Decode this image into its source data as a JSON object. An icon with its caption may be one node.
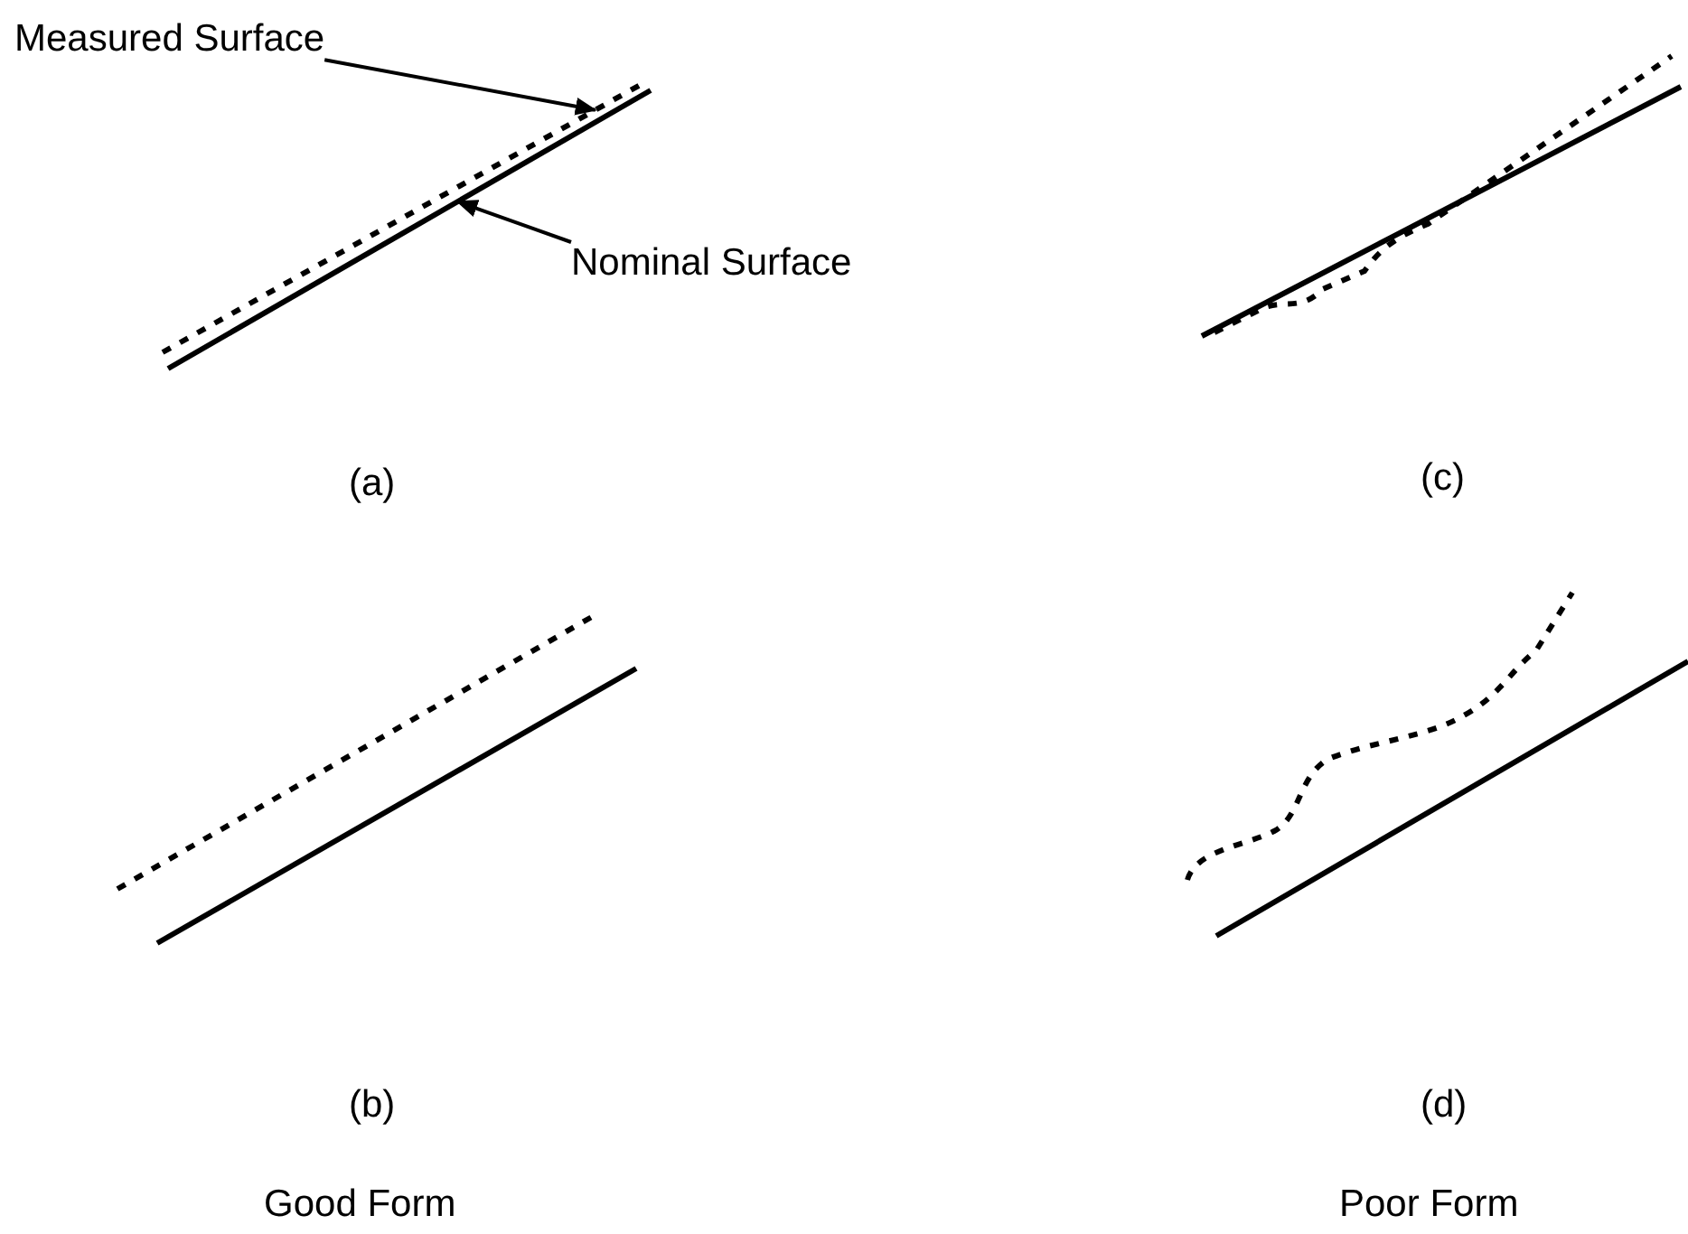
{
  "diagram": {
    "nodes": [
      {
        "text": [
          "Measured Surface"
        ]
      },
      {
        "text": [],
        "shape": "line"
      },
      {
        "text": [
          "Nominal Surface"
        ]
      },
      {
        "text": [],
        "shape": "line"
      }
    ],
    "edges": [
      {
        "from": 0,
        "to": 1,
        "arrow": "to"
      },
      {
        "from": 2,
        "to": 3,
        "arrow": "to"
      }
    ],
    "labels": [
      "(a)",
      "(c)",
      "(b)",
      "(d)",
      "Good Form",
      "Poor Form"
    ]
  }
}
